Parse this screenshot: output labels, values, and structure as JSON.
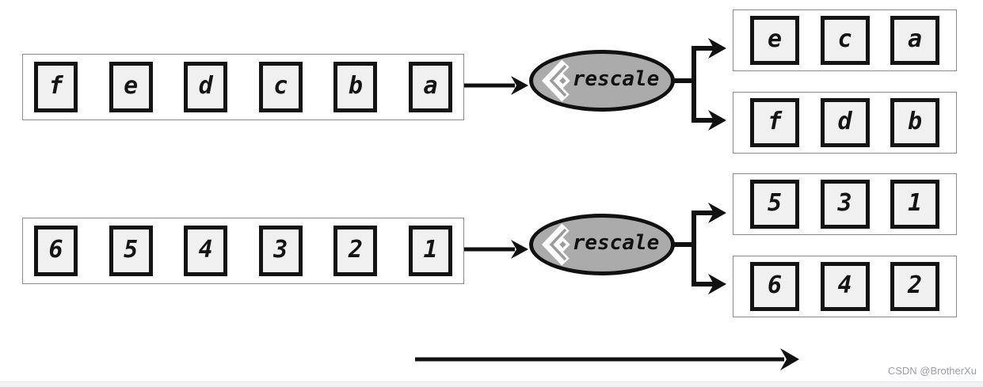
{
  "colors": {
    "cell_fill": "#f0f0f0",
    "cell_border": "#141414",
    "box_border": "#8a8a8a",
    "ellipse_fill": "#ababab",
    "ellipse_border": "#111111",
    "arrow_color": "#111111",
    "watermark_color": "#9aa0a6",
    "footer_bg": "#f1f2f4",
    "footer_border": "#e4e5e7"
  },
  "icons": {
    "operator_badge": "double-chevron-diamond"
  },
  "rows": [
    {
      "operator_label": "rescale",
      "input": {
        "cells": [
          "f",
          "e",
          "d",
          "c",
          "b",
          "a"
        ]
      },
      "outputs": [
        {
          "cells": [
            "e",
            "c",
            "a"
          ]
        },
        {
          "cells": [
            "f",
            "d",
            "b"
          ]
        }
      ]
    },
    {
      "operator_label": "rescale",
      "input": {
        "cells": [
          "6",
          "5",
          "4",
          "3",
          "2",
          "1"
        ]
      },
      "outputs": [
        {
          "cells": [
            "5",
            "3",
            "1"
          ]
        },
        {
          "cells": [
            "6",
            "4",
            "2"
          ]
        }
      ]
    }
  ],
  "watermark": "CSDN @BrotherXu"
}
